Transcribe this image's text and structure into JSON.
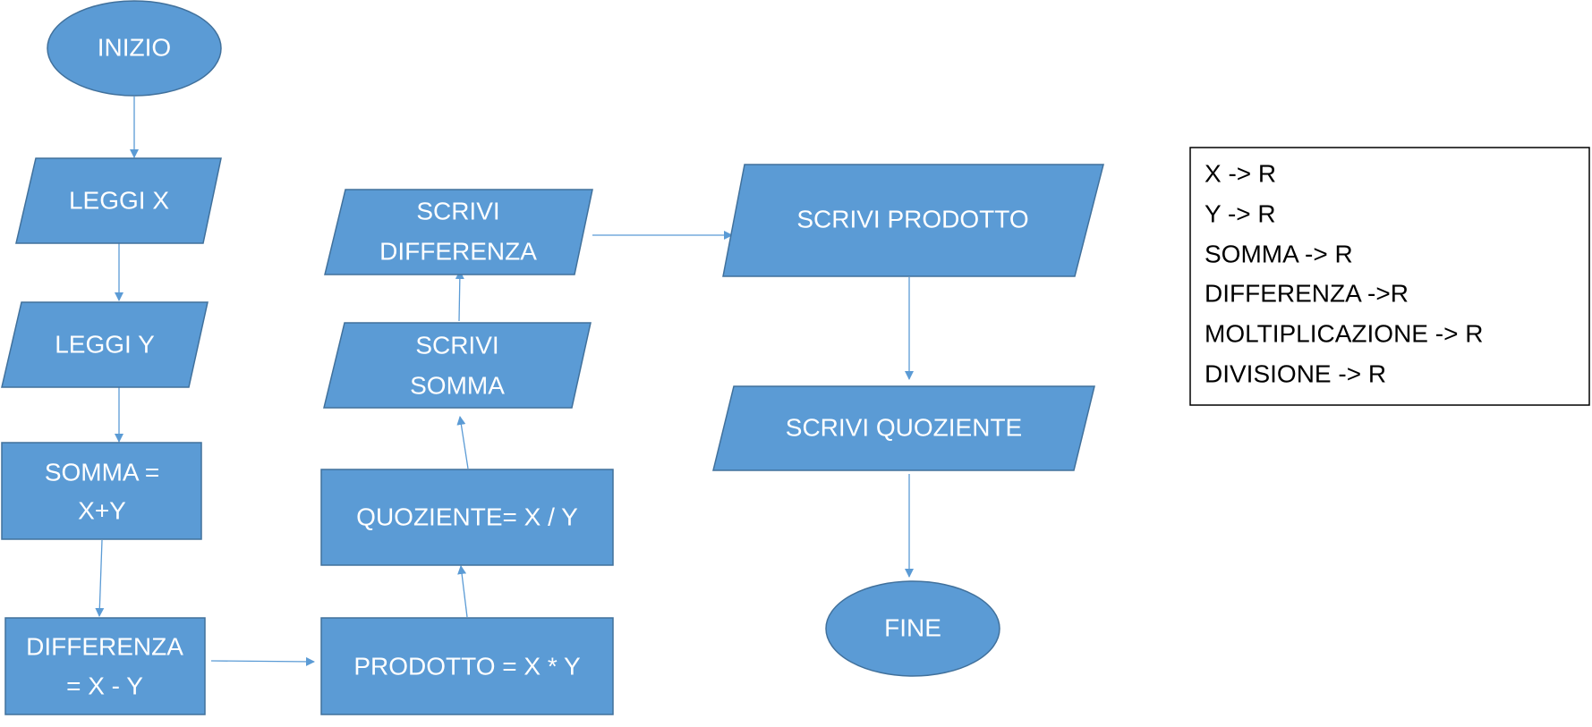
{
  "nodes": {
    "start": "INIZIO",
    "read_x": "LEGGI X",
    "read_y": "LEGGI Y",
    "sum": [
      "SOMMA =",
      "X+Y"
    ],
    "difference": [
      "DIFFERENZA",
      "= X - Y"
    ],
    "product": "PRODOTTO = X * Y",
    "quotient": "QUOZIENTE= X / Y",
    "write_sum": [
      "SCRIVI",
      "SOMMA"
    ],
    "write_difference": [
      "SCRIVI",
      "DIFFERENZA"
    ],
    "write_product": "SCRIVI PRODOTTO",
    "write_quotient": "SCRIVI QUOZIENTE",
    "end": "FINE"
  },
  "legend": [
    "X  -> R",
    "Y -> R",
    "SOMMA -> R",
    "DIFFERENZA ->R",
    "MOLTIPLICAZIONE -> R",
    "DIVISIONE -> R"
  ],
  "colors": {
    "shape_fill": "#5b9bd5",
    "shape_stroke": "#41719c",
    "connector": "#5b9bd5",
    "label_text": "#ffffff"
  }
}
